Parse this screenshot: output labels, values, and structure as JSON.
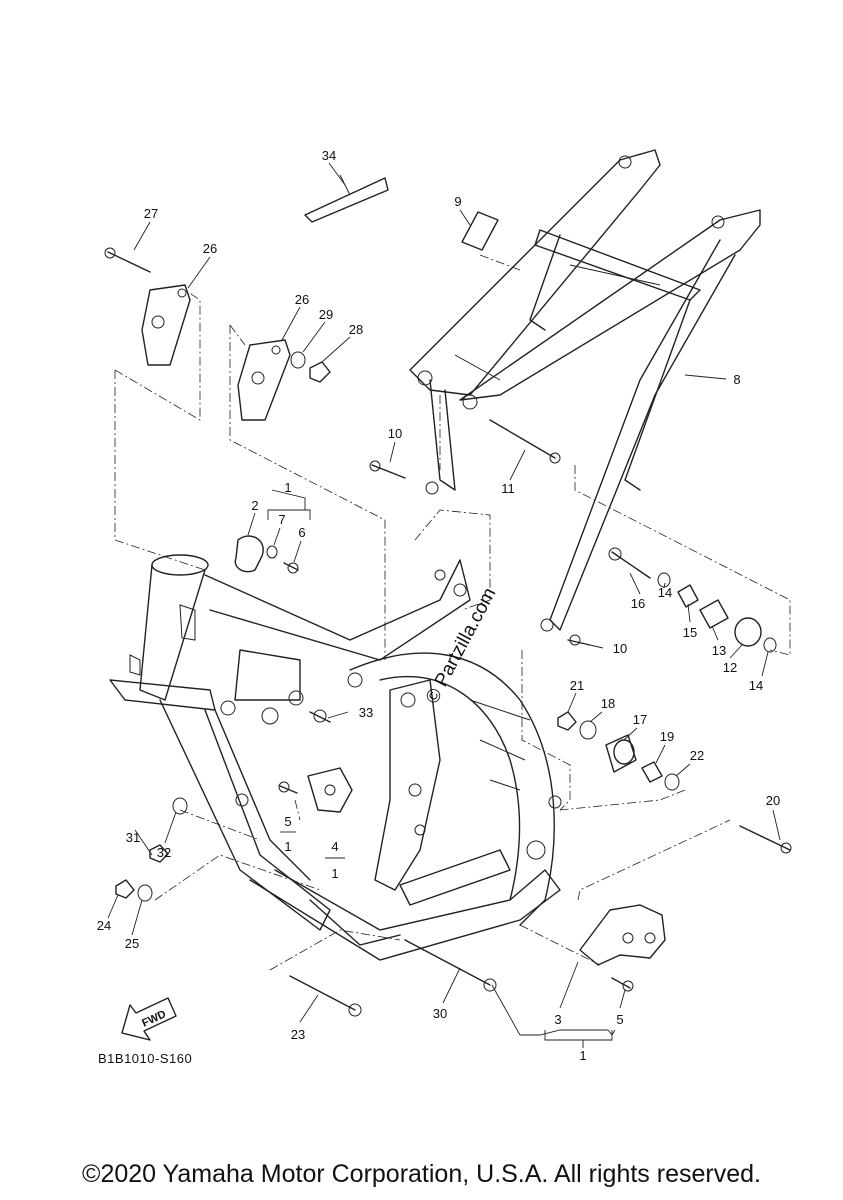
{
  "diagram": {
    "reference_code": "B1B1010-S160",
    "fwd_label": "FWD",
    "watermark": "© Partzilla.com",
    "callouts": [
      {
        "id": "c34",
        "label": "34"
      },
      {
        "id": "c27",
        "label": "27"
      },
      {
        "id": "c26a",
        "label": "26"
      },
      {
        "id": "c26b",
        "label": "26"
      },
      {
        "id": "c29",
        "label": "29"
      },
      {
        "id": "c28",
        "label": "28"
      },
      {
        "id": "c9",
        "label": "9"
      },
      {
        "id": "c8",
        "label": "8"
      },
      {
        "id": "c10a",
        "label": "10"
      },
      {
        "id": "c11",
        "label": "11"
      },
      {
        "id": "c1a",
        "label": "1"
      },
      {
        "id": "c2",
        "label": "2"
      },
      {
        "id": "c7",
        "label": "7"
      },
      {
        "id": "c6",
        "label": "6"
      },
      {
        "id": "c16",
        "label": "16"
      },
      {
        "id": "c14a",
        "label": "14"
      },
      {
        "id": "c15",
        "label": "15"
      },
      {
        "id": "c13",
        "label": "13"
      },
      {
        "id": "c12",
        "label": "12"
      },
      {
        "id": "c14b",
        "label": "14"
      },
      {
        "id": "c10b",
        "label": "10"
      },
      {
        "id": "c21",
        "label": "21"
      },
      {
        "id": "c18",
        "label": "18"
      },
      {
        "id": "c17",
        "label": "17"
      },
      {
        "id": "c19",
        "label": "19"
      },
      {
        "id": "c22",
        "label": "22"
      },
      {
        "id": "c33",
        "label": "33"
      },
      {
        "id": "c20",
        "label": "20"
      },
      {
        "id": "c31",
        "label": "31"
      },
      {
        "id": "c32",
        "label": "32"
      },
      {
        "id": "c5a",
        "label": "5"
      },
      {
        "id": "c1b",
        "label": "1"
      },
      {
        "id": "c4",
        "label": "4"
      },
      {
        "id": "c1c",
        "label": "1"
      },
      {
        "id": "c24",
        "label": "24"
      },
      {
        "id": "c25",
        "label": "25"
      },
      {
        "id": "c23",
        "label": "23"
      },
      {
        "id": "c30",
        "label": "30"
      },
      {
        "id": "c3",
        "label": "3"
      },
      {
        "id": "c5b",
        "label": "5"
      },
      {
        "id": "c1d",
        "label": "1"
      }
    ]
  },
  "footer": {
    "copyright": "©2020 Yamaha Motor Corporation, U.S.A. All rights reserved."
  }
}
